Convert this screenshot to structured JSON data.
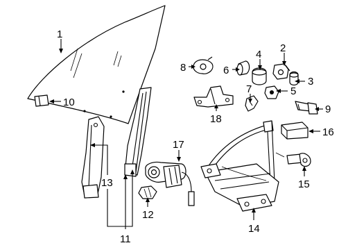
{
  "figure": {
    "callouts": [
      {
        "id": "c1",
        "label": "1",
        "part": "door glass"
      },
      {
        "id": "c2",
        "label": "2",
        "part": "glass clip"
      },
      {
        "id": "c3",
        "label": "3",
        "part": "nut"
      },
      {
        "id": "c4",
        "label": "4",
        "part": "bushing"
      },
      {
        "id": "c5",
        "label": "5",
        "part": "nut"
      },
      {
        "id": "c6",
        "label": "6",
        "part": "bumper"
      },
      {
        "id": "c7",
        "label": "7",
        "part": "clip"
      },
      {
        "id": "c8",
        "label": "8",
        "part": "retainer"
      },
      {
        "id": "c9",
        "label": "9",
        "part": "bolt"
      },
      {
        "id": "c10",
        "label": "10",
        "part": "glass label"
      },
      {
        "id": "c11",
        "label": "11",
        "part": "rear channel"
      },
      {
        "id": "c12",
        "label": "12",
        "part": "screw"
      },
      {
        "id": "c13",
        "label": "13",
        "part": "front channel"
      },
      {
        "id": "c14",
        "label": "14",
        "part": "window regulator"
      },
      {
        "id": "c15",
        "label": "15",
        "part": "bolt"
      },
      {
        "id": "c16",
        "label": "16",
        "part": "run channel pad"
      },
      {
        "id": "c17",
        "label": "17",
        "part": "motor"
      },
      {
        "id": "c18",
        "label": "18",
        "part": "bracket"
      }
    ]
  }
}
